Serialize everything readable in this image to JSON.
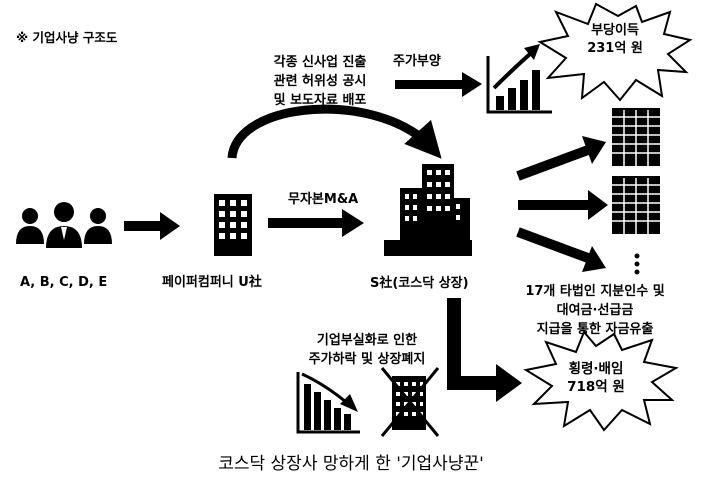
{
  "note": "※ 기업사냥 구조도",
  "nodes": {
    "shareholders": "A, B, C, D, E",
    "paper_company": "페이퍼컴퍼니 U社",
    "s_company": "S社(코스닥 상장)"
  },
  "edges": {
    "mna": "무자본M&A",
    "news_lines": [
      "각종 신사업 진출",
      "관련 허위성 공시",
      "및 보도자료 배포"
    ],
    "stock_boost": "주가부양",
    "subsidiary_lines": [
      "17개 타법인 지분인수 및",
      "대여금·선급금",
      "지급을 통한 자금유출"
    ],
    "delist_lines": [
      "기업부실화로 인한",
      "주가하락 및 상장폐지"
    ]
  },
  "outcomes": {
    "profit_lines": [
      "부당이득",
      "231억 원"
    ],
    "embezzlement_lines": [
      "횡령·배임",
      "718억 원"
    ]
  },
  "caption": "코스닥 상장사 망하게 한 '기업사냥꾼'"
}
